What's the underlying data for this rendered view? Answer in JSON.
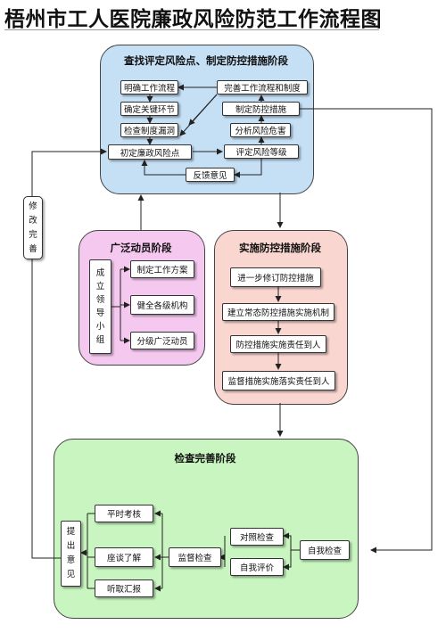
{
  "title": "梧州市工人医院廉政风险防范工作流程图",
  "stage1": {
    "title": "查找评定风险点、制定防控措施阶段",
    "boxes": {
      "clarify": "明确工作流程",
      "confirm": "确定关键环节",
      "check": "检查制度漏洞",
      "initial": "初定廉政风险点",
      "improve": "完善工作流程和制度",
      "formulate": "制定防控措施",
      "analyze": "分析风险危害",
      "assess": "评定风险等级",
      "feedback": "反馈意见"
    }
  },
  "revise": [
    "修",
    "改",
    "完",
    "善"
  ],
  "stage2": {
    "title": "广泛动员阶段",
    "leader": [
      "成",
      "立",
      "领",
      "导",
      "小",
      "组"
    ],
    "boxes": [
      "制定工作方案",
      "健全各级机构",
      "分级广泛动员"
    ]
  },
  "stage3": {
    "title": "实施防控措施阶段",
    "boxes": [
      "进一步修订防控措施",
      "建立常态防控措施实施机制",
      "防控措施实施责任到人",
      "监督措施实施落实责任到人"
    ]
  },
  "stage4": {
    "title": "检查完善阶段",
    "opinion": [
      "提",
      "出",
      "意",
      "见"
    ],
    "left": [
      "平时考核",
      "座谈了解",
      "听取汇报"
    ],
    "supervise": "监督检查",
    "mid": [
      "对照检查",
      "自我评价"
    ],
    "self": "自我检查"
  },
  "colors": {
    "stage1": "#c5dff5",
    "stage2": "#f5c8f0",
    "stage3": "#fad6d0",
    "stage4": "#c8f5c0",
    "revise": "#ffffff"
  }
}
